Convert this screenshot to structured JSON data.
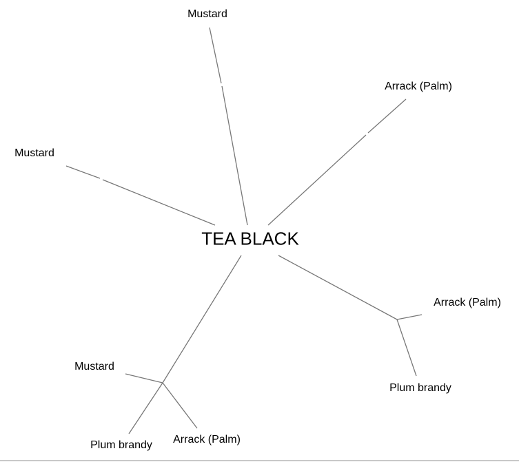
{
  "root": {
    "label": "TEA BLACK"
  },
  "nodes": [
    {
      "label": "Mustard"
    },
    {
      "label": "Arrack (Palm)"
    },
    {
      "label": "Mustard"
    },
    {
      "label": "Arrack (Palm)"
    },
    {
      "label": "Plum brandy"
    },
    {
      "label": "Mustard"
    },
    {
      "label": "Plum brandy"
    },
    {
      "label": "Arrack (Palm)"
    }
  ],
  "colors": {
    "edge": "#777777",
    "text": "#000000"
  }
}
